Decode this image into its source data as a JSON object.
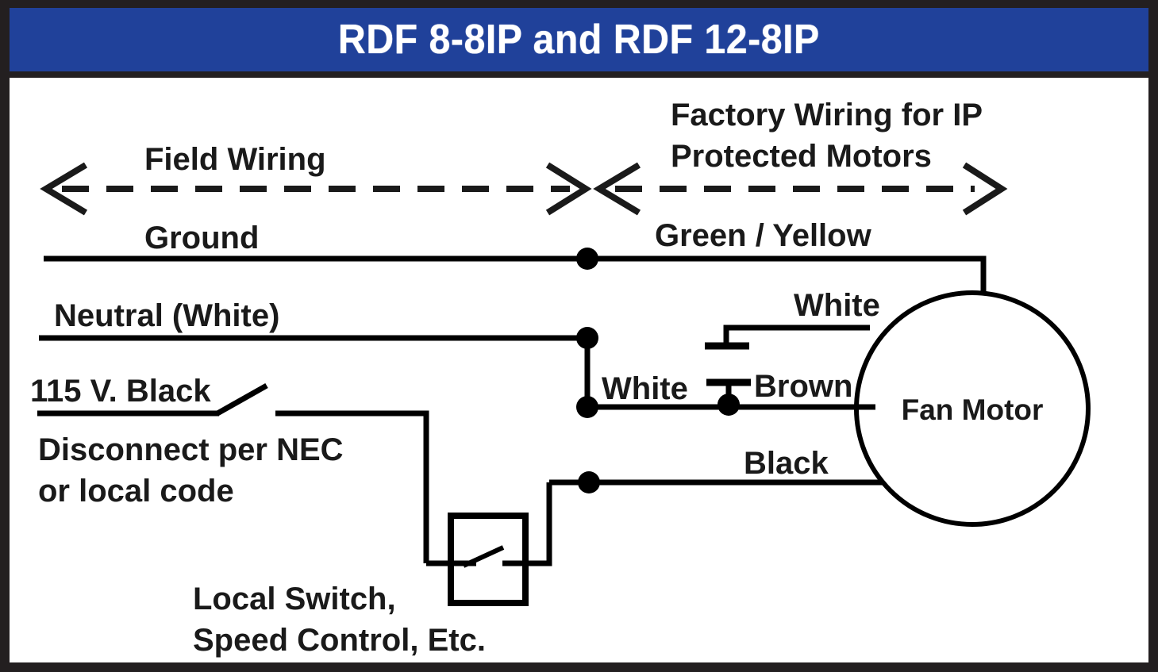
{
  "title": {
    "text": "RDF 8-8IP and RDF 12-8IP",
    "banner_color": "#20419A",
    "text_color": "#FFFFFF"
  },
  "frame": {
    "border_color": "#231F20",
    "panel_color": "#FFFFFF"
  },
  "diagram": {
    "type": "electrical-wiring-schematic",
    "sections": {
      "left": {
        "heading": "Field Wiring",
        "arrow": "double-headed-dashed"
      },
      "right": {
        "heading_line1": "Factory Wiring for IP",
        "heading_line2": "Protected Motors",
        "arrow": "double-headed-dashed"
      }
    },
    "wire_labels": {
      "ground": "Ground",
      "green_yellow": "Green / Yellow",
      "neutral": "Neutral (White)",
      "white_motor": "White",
      "white_cap": "White",
      "brown": "Brown",
      "supply": "115 V. Black",
      "black_motor": "Black"
    },
    "annotations": {
      "disconnect_line1": "Disconnect per NEC",
      "disconnect_line2": "or local code",
      "local_switch_line1": "Local Switch,",
      "local_switch_line2": "Speed Control, Etc."
    },
    "components": {
      "motor": "Fan Motor",
      "capacitor": "run-capacitor",
      "disconnect_switch": "knife-switch",
      "local_switch_box": "switch-enclosure"
    },
    "colors": {
      "wire": "#000000",
      "label_text": "#1A1A1A"
    }
  }
}
